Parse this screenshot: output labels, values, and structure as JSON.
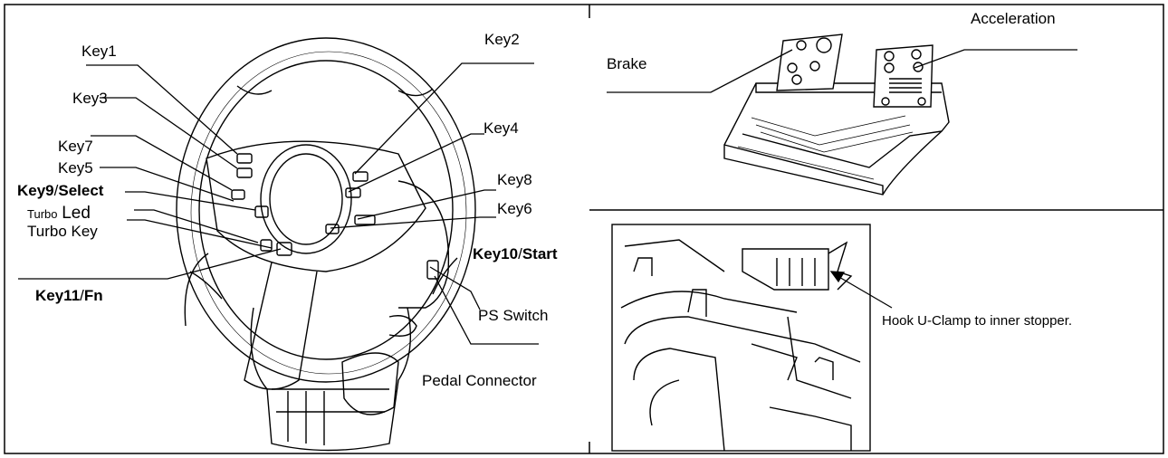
{
  "wheel_labels": {
    "key1": "Key1",
    "key2": "Key2",
    "key3": "Key3",
    "key4": "Key4",
    "key5": "Key5",
    "key6": "Key6",
    "key7": "Key7",
    "key8": "Key8",
    "key9_bold": "Key9",
    "key9_rest": "/",
    "key9_select": "Select",
    "turbo_led_small": "Turbo",
    "turbo_led_big": "Led",
    "turbo_key": "Turbo Key",
    "key10_bold": "Key10",
    "key10_rest": "/",
    "key10_start": "Start",
    "key11_bold": "Key11",
    "key11_rest": "/",
    "key11_fn": "Fn",
    "ps_switch": "PS Switch",
    "pedal_connector": "Pedal Connector"
  },
  "pedal_labels": {
    "acceleration": "Acceleration",
    "brake": "Brake"
  },
  "clamp_labels": {
    "hook_note": "Hook U-Clamp to inner stopper."
  }
}
